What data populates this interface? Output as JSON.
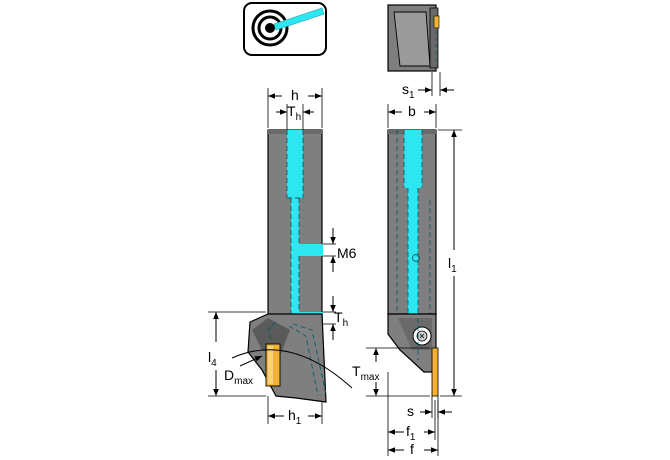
{
  "colors": {
    "body_gray": "#7f7f7f",
    "body_dark": "#5a5a5a",
    "coolant_cyan": "#2ee6f0",
    "insert_gold": "#f2b233",
    "outline": "#000000"
  },
  "icons": {
    "coolant_badge": "coolant-target-icon"
  },
  "labels": {
    "h": "h",
    "th": "T",
    "th_sub": "h",
    "m6": "M6",
    "th2": "T",
    "th2_sub": "h",
    "l4": "l",
    "l4_sub": "4",
    "dmax": "D",
    "dmax_sub": "max",
    "h1": "h",
    "h1_sub": "1",
    "s1": "s",
    "s1_sub": "1",
    "b": "b",
    "l1": "l",
    "l1_sub": "1",
    "tmax": "T",
    "tmax_sub": "max",
    "s": "s",
    "f1": "f",
    "f1_sub": "1",
    "f": "f"
  }
}
